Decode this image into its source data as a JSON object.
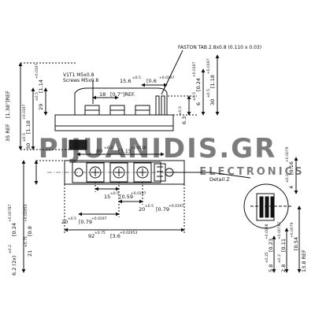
{
  "watermark": {
    "brand": "PIJUANIDIS.GR",
    "sub": "ELECTRONICS"
  },
  "labels": {
    "v1": "V1T1 M5x0.8",
    "screws": "Screws M5x0.8",
    "fastontab": "FASTON TAB 2.8x0.8 (0.110 x 0.03)",
    "dim_156": "15.6",
    "dim_156_tol": "±0.5",
    "dim_06": "[0.6",
    "dim_06_tol": "+0.0197",
    "dim_18": "18",
    "dim_07ref": "[0.7\"]REF.",
    "dim_29": "29",
    "dim_29_tol": "±0.5",
    "dim_114": "[1.14",
    "dim_114_tol": "+0.0197",
    "dim_35ref": "35 REF",
    "dim_138": "[1.38\"]REF",
    "dim_30": "30",
    "dim_30_tol": "±0.5",
    "dim_118": "[1.18",
    "dim_118_tol": "+0.0197",
    "dim_6": "6",
    "dim_6_tol": "±0.5",
    "dim_024": "[0.24",
    "dim_024_tol": "+0.0197",
    "dim_30r": "30",
    "dim_30r_tol": "±0.5",
    "dim_118r": "[1.18",
    "dim_118r_tol": "+0.0197",
    "dim_63": "6.3",
    "dim_63_tol": "±0.5",
    "dim_80": "80",
    "dim_80_tol": "±0.3",
    "dim_315": "[3.15",
    "dim_315_tol": "+0.0118",
    "detail": "Detail Z",
    "dim_15": "15",
    "dim_15_tol": "±0.5",
    "dim_059": "[0.59",
    "dim_059_tol": "+0.0197",
    "dim_20a": "20",
    "dim_20a_tol": "±0.5",
    "dim_079a": "[0.79",
    "dim_079a_tol": "+0.0197",
    "dim_20b": "20",
    "dim_20b_tol": "±0.5",
    "dim_079b": "[0.79",
    "dim_079b_tol": "+0.0197",
    "dim_92": "92",
    "dim_92_tol": "±0.75",
    "dim_36": "[3.6",
    "dim_36_tol": "+0.02953",
    "dim_21": "21",
    "dim_21_tol": "±0.75",
    "dim_08": "[0.8",
    "dim_08_tol": "+0.02953",
    "dim_62": "6.2 (2x)",
    "dim_62_tol": "±0.2",
    "dim_024b": "[0.24",
    "dim_024b_tol": "+0.00787",
    "dim_4": "4",
    "dim_4_tol": "±0.2",
    "dim_016": "[0.16",
    "dim_016_tol": "+0.0079",
    "dim_58": "5.8",
    "dim_58_tol": "±0.25",
    "dim_023": "[0.23",
    "dim_023_tol": "+0.0098",
    "dim_28": "2.8",
    "dim_28_tol": "±0.2",
    "dim_011": "[0.11",
    "dim_011_tol": "+0.00787",
    "dim_138b": "13.8 REF",
    "dim_054": "[0.54",
    "dim_054_tol": "+0.0079"
  }
}
